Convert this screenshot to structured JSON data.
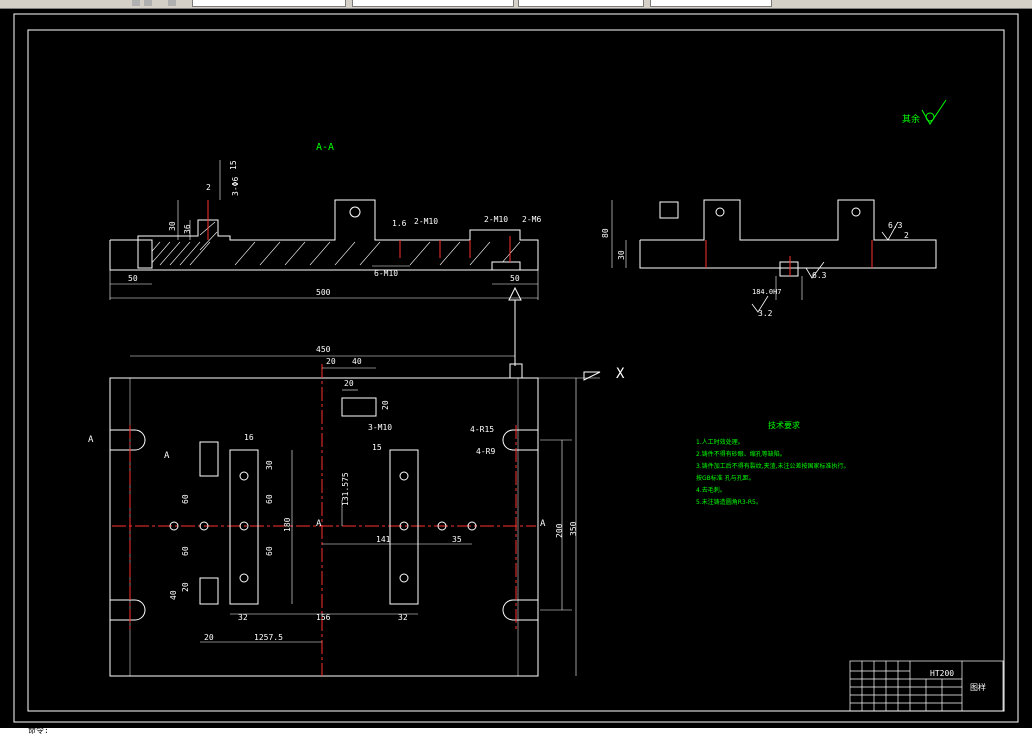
{
  "app": {
    "title": "CAD drawing viewer",
    "status_text": "命令:"
  },
  "drawing": {
    "section_label": "A-A",
    "roughness_symbol": "其余",
    "material": "HT200",
    "title_right": "图样",
    "notes": {
      "title": "技术要求",
      "lines": [
        "1.人工时效处理。",
        "2.铸件不得有砂眼、缩孔等缺陷。",
        "3.铸件加工后不得有裂纹,夹渣,未注公差按国家标准执行。",
        "  按GB标准 孔与孔距。",
        "4.去毛刺。",
        "5.未注铸造圆角R3-R5。"
      ]
    },
    "dims": {
      "d50_left": "50",
      "d50_right": "50",
      "d500": "500",
      "d30": "30",
      "d36": "36",
      "d2": "2",
      "d3phi6": "3-Φ6",
      "d15": "15",
      "d16": "1.6",
      "d2m10a": "2-M10",
      "d2m10b": "2-M10",
      "d2m6": "2-M6",
      "d6m10": "6-M10",
      "d450": "450",
      "d20top": "20",
      "d40top": "40",
      "d20b": "20",
      "d20c": "20",
      "d3m10": "3-M10",
      "d15b": "15",
      "d4r15": "4-R15",
      "d4r9": "4-R9",
      "dA_left": "A",
      "dA_a": "A",
      "dA_center": "A",
      "dA_right": "A",
      "d16b": "16",
      "d30b": "30",
      "d60a": "60",
      "d60b": "60",
      "d60c": "60",
      "d60d": "60",
      "d180": "180",
      "d131": "131.575",
      "d141": "141",
      "d35": "35",
      "d200": "200",
      "d350": "350",
      "d20d": "20",
      "d40": "40",
      "d32a": "32",
      "d156": "156",
      "d32b": "32",
      "d20e": "20",
      "d1257": "1257.5",
      "d80": "80",
      "d30r": "30",
      "d63a": "6.3",
      "d63b": "6.3",
      "d2r": "2",
      "d184": "184.0H7",
      "d32r": "3.2",
      "axis_x": "X"
    }
  }
}
